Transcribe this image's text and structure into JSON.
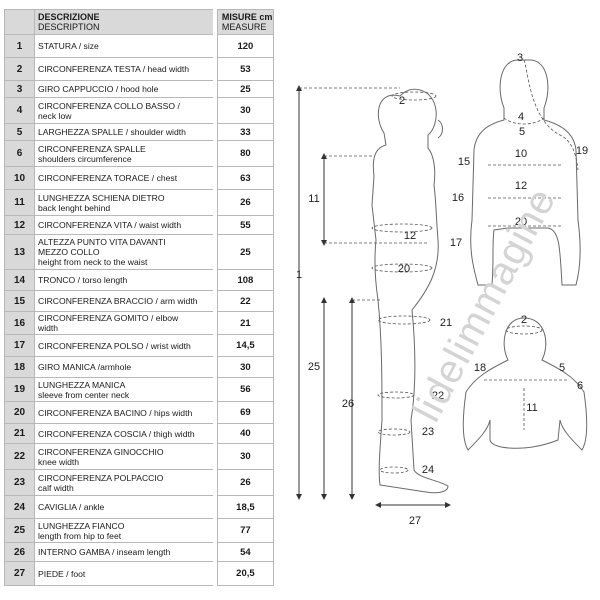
{
  "table": {
    "header_description_it": "DESCRIZIONE",
    "header_description_en": "DESCRIPTION",
    "header_measure_it": "MISURE  cm",
    "header_measure_en": "MEASURE",
    "rows": [
      {
        "num": "1",
        "it": "STATURA / size",
        "en": "",
        "value": "120"
      },
      {
        "num": "2",
        "it": "CIRCONFERENZA TESTA / head width",
        "en": "",
        "value": "53"
      },
      {
        "num": "3",
        "it": "GIRO CAPPUCCIO / hood hole",
        "en": "",
        "value": "25"
      },
      {
        "num": "4",
        "it": "CIRCONFERENZA COLLO BASSO /",
        "en": "neck low",
        "value": "30"
      },
      {
        "num": "5",
        "it": "LARGHEZZA SPALLE / shoulder width",
        "en": "",
        "value": "33"
      },
      {
        "num": "6",
        "it": "CIRCONFERENZA SPALLE",
        "en": "shoulders circumference",
        "value": "80"
      },
      {
        "num": "10",
        "it": "CIRCONFERENZA TORACE / chest",
        "en": "",
        "value": "63"
      },
      {
        "num": "11",
        "it": "LUNGHEZZA SCHIENA DIETRO",
        "en": "back lenght behind",
        "value": "26"
      },
      {
        "num": "12",
        "it": "CIRCONFERENZA VITA / waist width",
        "en": "",
        "value": "55"
      },
      {
        "num": "13",
        "it": "ALTEZZA PUNTO VITA DAVANTI",
        "it2": "MEZZO COLLO",
        "en": "height from neck to the waist",
        "value": "25"
      },
      {
        "num": "14",
        "it": "TRONCO / torso length",
        "en": "",
        "value": "108"
      },
      {
        "num": "15",
        "it": "CIRCONFERENZA BRACCIO / arm width",
        "en": "",
        "value": "22"
      },
      {
        "num": "16",
        "it": "CIRCONFERENZA GOMITO / elbow",
        "en": "width",
        "value": "21"
      },
      {
        "num": "17",
        "it": "CIRCONFERENZA POLSO / wrist width",
        "en": "",
        "value": "14,5"
      },
      {
        "num": "18",
        "it": "GIRO MANICA /armhole",
        "en": "",
        "value": "30"
      },
      {
        "num": "19",
        "it": "LUNGHEZZA MANICA",
        "en": "sleeve from center neck",
        "value": "56"
      },
      {
        "num": "20",
        "it": "CIRCONFERENZA BACINO / hips width",
        "en": "",
        "value": "69"
      },
      {
        "num": "21",
        "it": "CIRCONFERENZA COSCIA / thigh width",
        "en": "",
        "value": "40"
      },
      {
        "num": "22",
        "it": "CIRCONFERENZA GINOCCHIO",
        "en": "knee width",
        "value": "30"
      },
      {
        "num": "23",
        "it": "CIRCONFERENZA POLPACCIO",
        "en": "calf width",
        "value": "26"
      },
      {
        "num": "24",
        "it": "CAVIGLIA / ankle",
        "en": "",
        "value": "18,5"
      },
      {
        "num": "25",
        "it": "LUNGHEZZA FIANCO",
        "en": "length from hip to feet",
        "value": "77"
      },
      {
        "num": "26",
        "it": "INTERNO GAMBA / inseam length",
        "en": "",
        "value": "54"
      },
      {
        "num": "27",
        "it": "PIEDE / foot",
        "en": "",
        "value": "20,5"
      }
    ]
  },
  "figure_labels": {
    "side": [
      "2",
      "11",
      "12",
      "20",
      "1",
      "21",
      "25",
      "22",
      "26",
      "23",
      "24",
      "27"
    ],
    "back": [
      "3",
      "4",
      "5",
      "10",
      "15",
      "19",
      "12",
      "16",
      "20",
      "17"
    ],
    "top": [
      "2",
      "18",
      "5",
      "6",
      "11"
    ]
  },
  "watermark": "lidelimmagine"
}
